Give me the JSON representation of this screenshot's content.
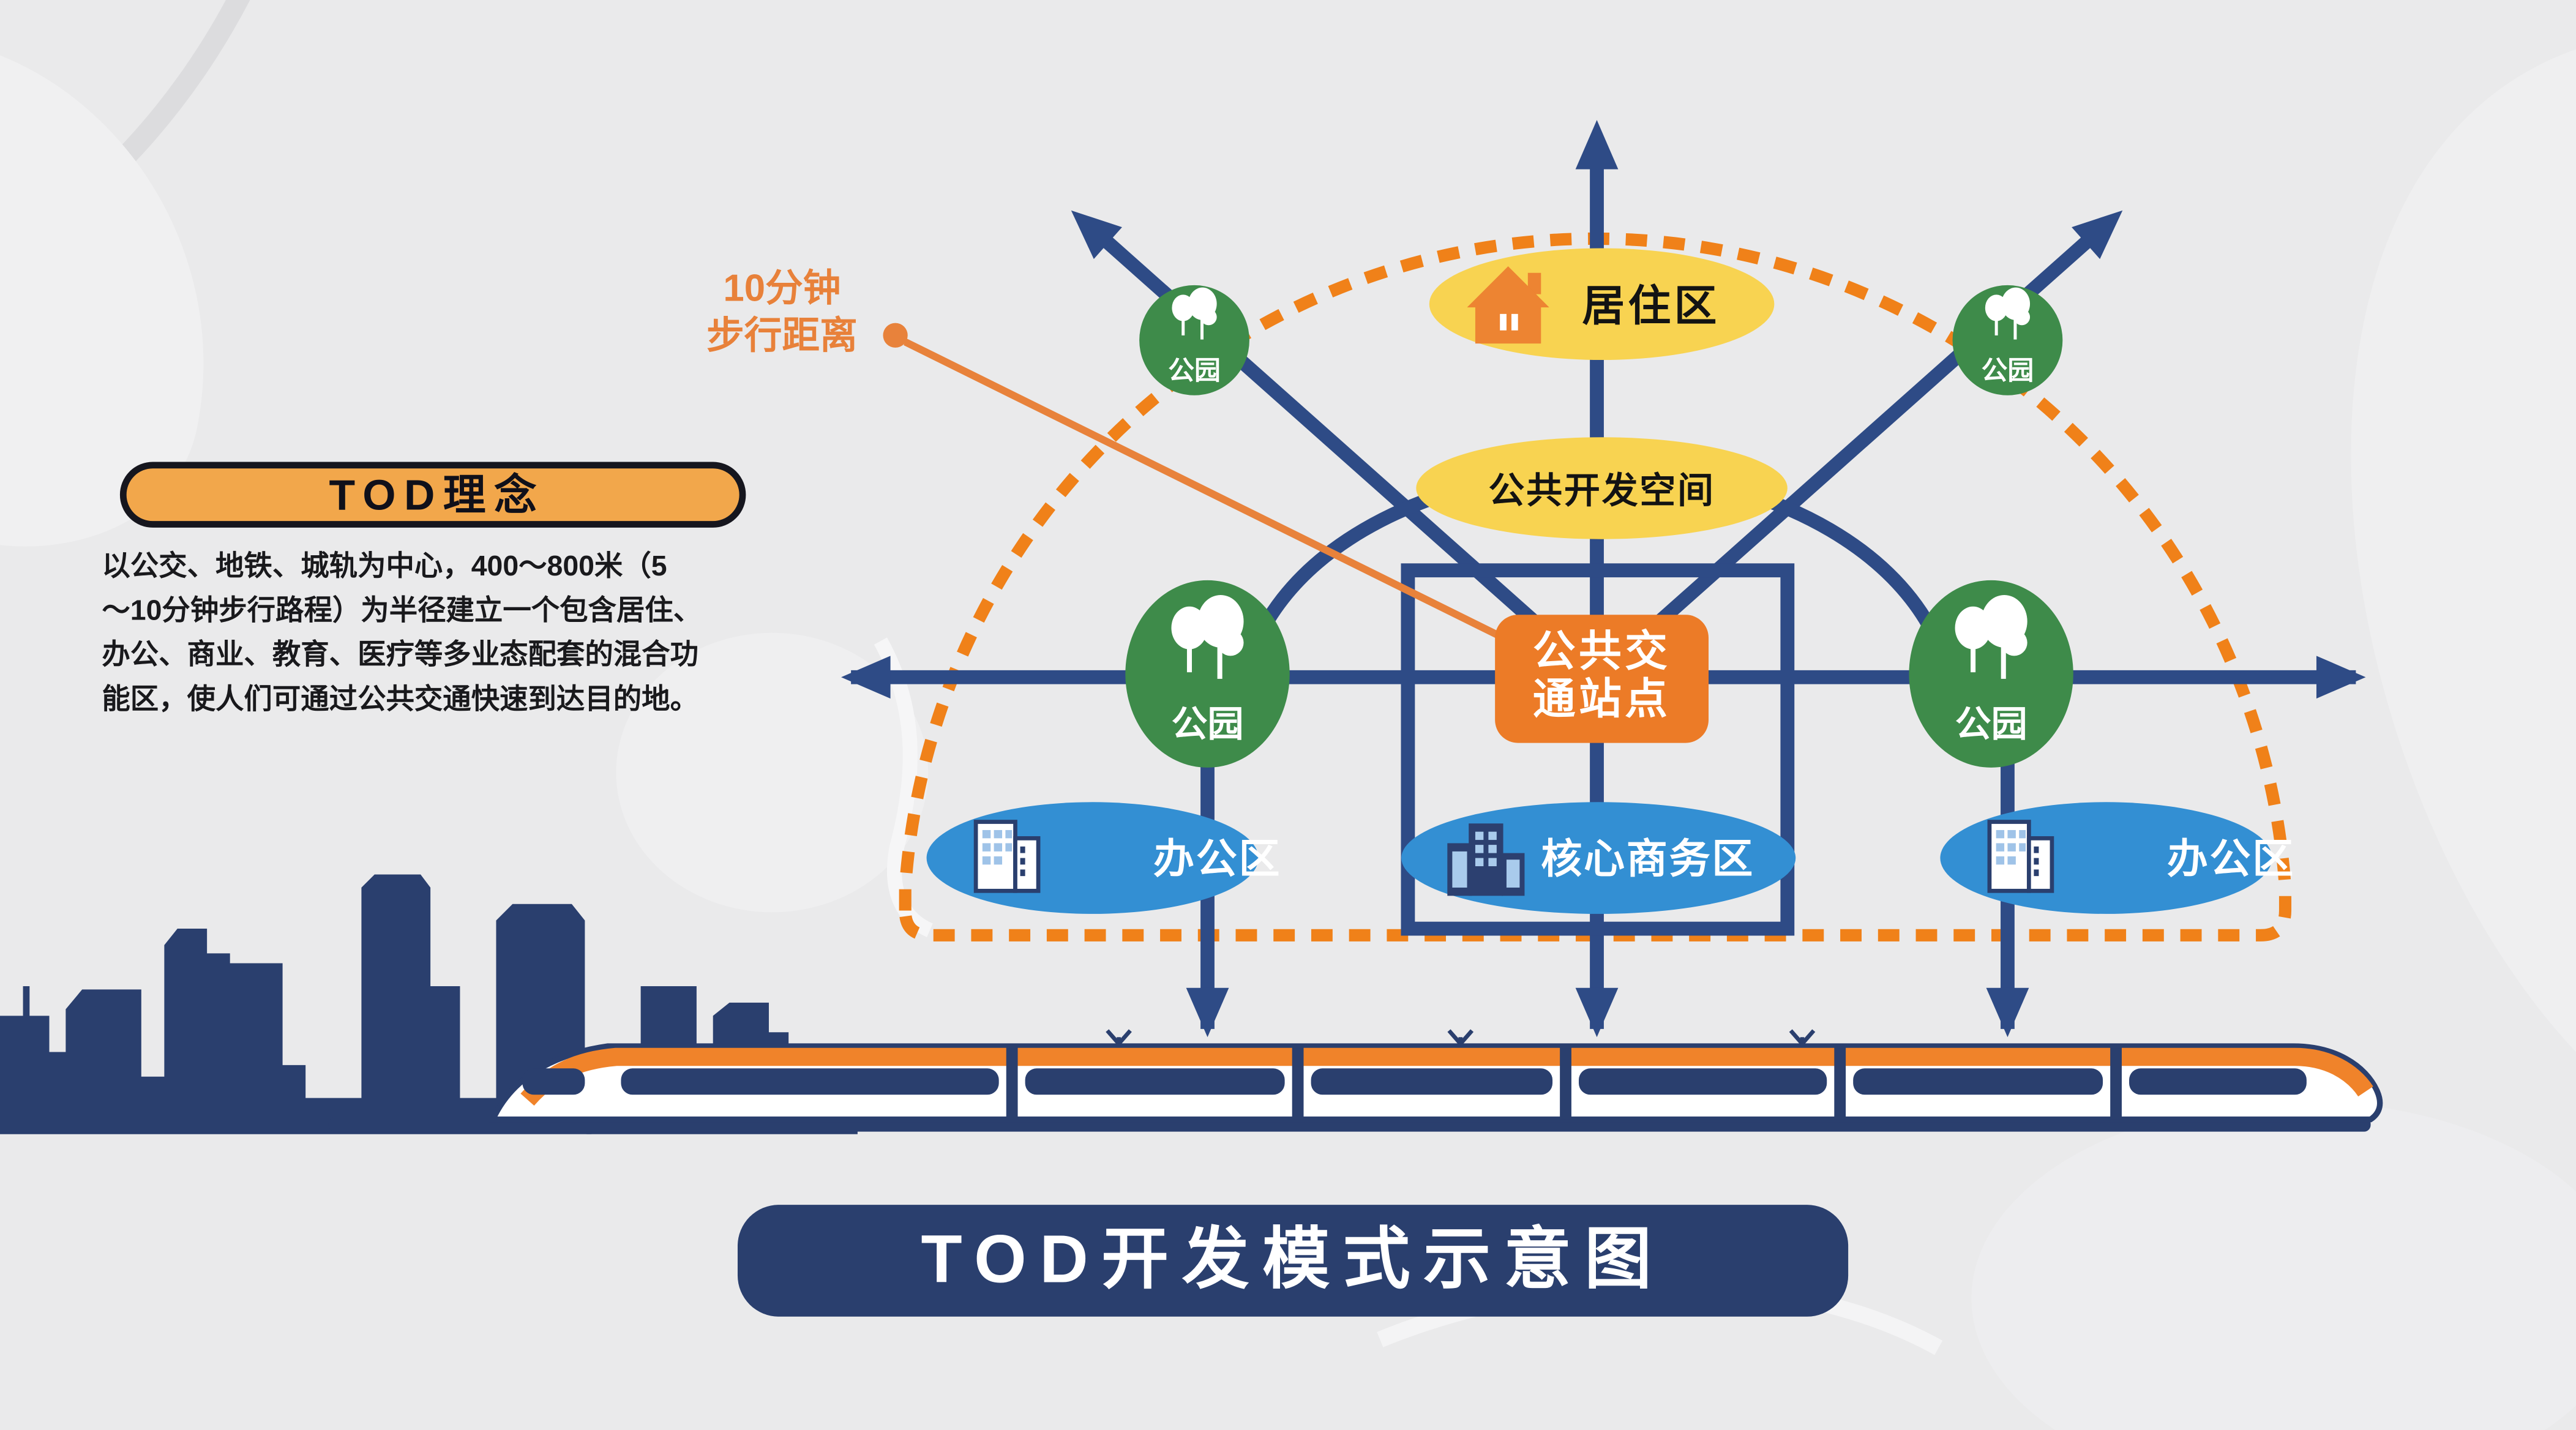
{
  "concept": {
    "title": "TOD理念",
    "body_lines": [
      "以公交、地铁、城轨为中心，400～800米（5",
      "～10分钟步行路程）为半径建立一个包含居住、",
      "办公、商业、教育、医疗等多业态配套的混合功",
      "能区，使人们可通过公共交通快速到达目的地。"
    ]
  },
  "callout": {
    "line1": "10分钟",
    "line2": "步行距离"
  },
  "nodes": {
    "residential": "居住区",
    "public_space": "公共开发空间",
    "station_line1": "公共交",
    "station_line2": "通站点",
    "park": "公园",
    "office": "办公区",
    "cbd": "核心商务区"
  },
  "footer": {
    "title": "TOD开发模式示意图"
  },
  "icons": {
    "house": "house-icon",
    "trees": "trees-icon",
    "office_building": "office-building-icon",
    "cbd_buildings": "cbd-buildings-icon",
    "train": "train-graphic",
    "skyline": "city-skyline-silhouette"
  },
  "colors": {
    "background": "#EAEAEB",
    "navy_dark": "#2A3F6E",
    "navy_line": "#2E4B86",
    "orange": "#EC7B27",
    "orange_dash": "#F08119",
    "orange_gold": "#F2A74B",
    "yellow": "#F8D351",
    "green": "#3E8B4A",
    "blue": "#338FD3",
    "white": "#FFFFFF",
    "text_dark": "#19191C"
  }
}
